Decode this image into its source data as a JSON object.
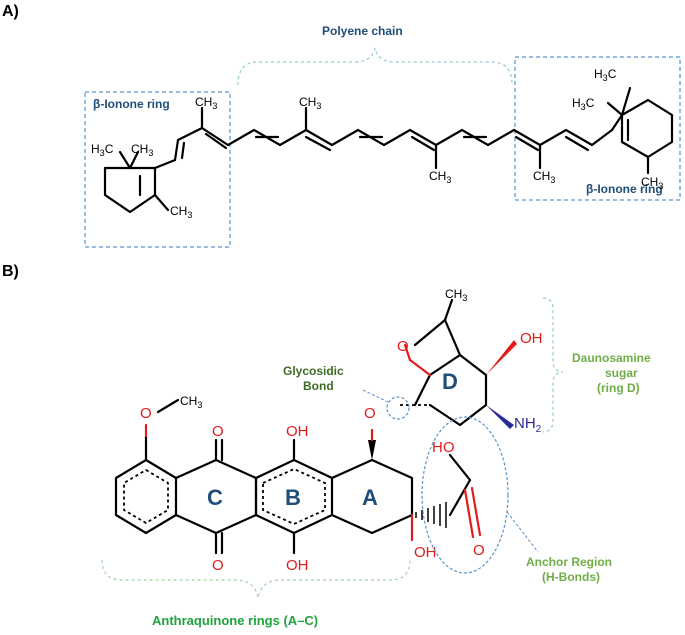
{
  "panel_a": {
    "label": "A)",
    "polyene_label": "Polyene chain",
    "left_ring_label": "β-Ionone ring",
    "right_ring_label": "β-Ionone ring",
    "methyl": "CH",
    "methyl_sub": "3",
    "methyl_left": "H",
    "methyl_left_c": "C"
  },
  "panel_b": {
    "label": "B)",
    "ring_labels": [
      "C",
      "B",
      "A",
      "D"
    ],
    "oxygen": "O",
    "hydroxyl": "OH",
    "hydroxyl_left": "HO",
    "amine": "NH",
    "amine_sub": "2",
    "methyl": "CH",
    "methyl_sub": "3",
    "glycosidic_line1": "Glycosidic",
    "glycosidic_line2": "Bond",
    "daunosamine_line1": "Daunosamine",
    "daunosamine_line2": "sugar",
    "daunosamine_line3": "(ring D)",
    "anchor_line1": "Anchor Region",
    "anchor_line2": "(H-Bonds)",
    "anthraquinone_label": "Anthraquinone rings (A–C)"
  },
  "colors": {
    "label_navy": "#1f4e79",
    "box_blue": "#5b93c9",
    "oxygen_red": "#e41b1b",
    "nitrogen_blue": "#2a2a9a",
    "green_dark": "#3d6b21",
    "green_light": "#70ad47",
    "green_bright": "#1fa33d"
  }
}
